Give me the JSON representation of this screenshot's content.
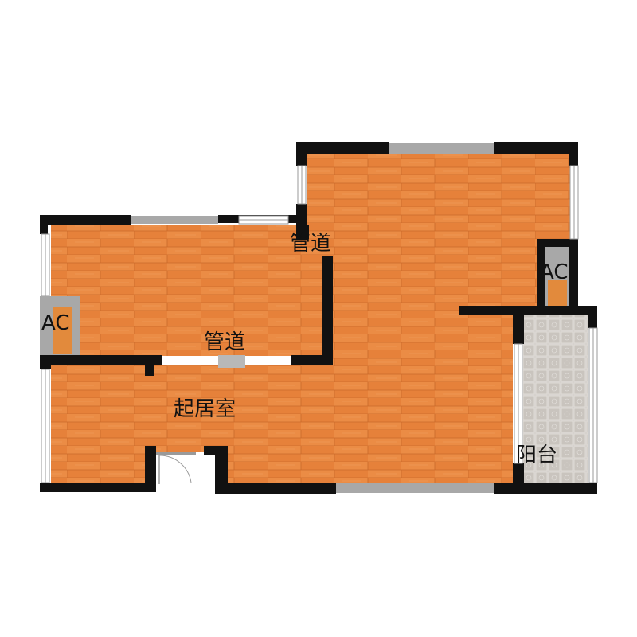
{
  "labels": {
    "shaft_top": "管道",
    "shaft_center": "管道",
    "ac_left": "AC",
    "ac_right": "AC",
    "living_room": "起居室",
    "balcony": "阳台"
  },
  "colors": {
    "wall": "#111111",
    "floor_wood": "#e8853a",
    "floor_wood_dark": "#d8732c",
    "balcony_tile": "#cfcac4",
    "window_frame": "#9a9a9a",
    "ac_unit": "#a8a8a8",
    "ac_pad": "#e28a3c"
  }
}
